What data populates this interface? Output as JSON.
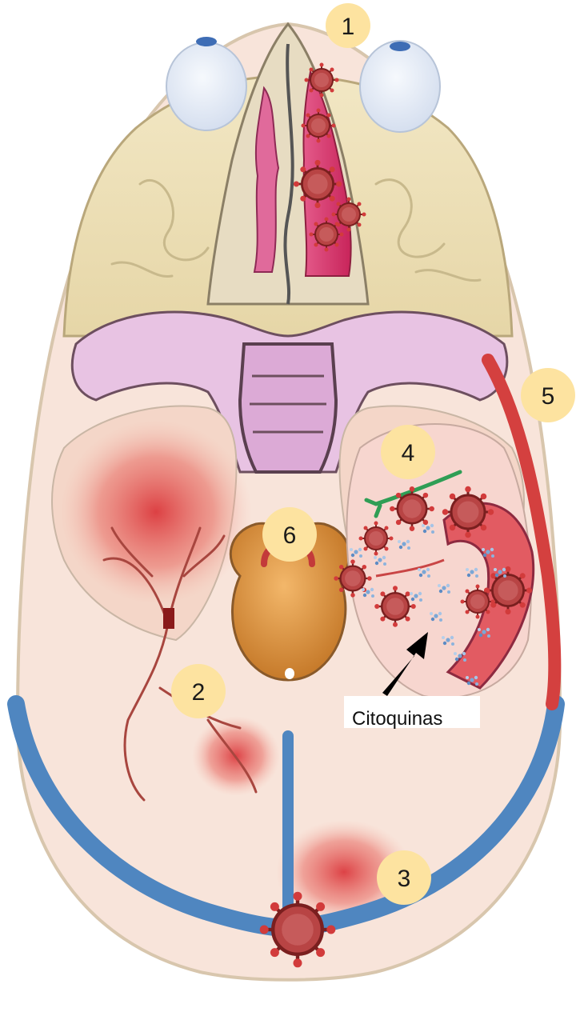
{
  "markers": [
    {
      "id": "1",
      "label": "1"
    },
    {
      "id": "2",
      "label": "2"
    },
    {
      "id": "3",
      "label": "3"
    },
    {
      "id": "4",
      "label": "4"
    },
    {
      "id": "5",
      "label": "5"
    },
    {
      "id": "6",
      "label": "6"
    }
  ],
  "annotation": {
    "cytokines_label": "Citoquinas"
  },
  "colors": {
    "marker_fill": "#fde3a0",
    "bone": "#efe2bd",
    "sphenoid": "#e7bfe0",
    "brain_tissue": "#f6ddd0",
    "lesion": "#e0474a",
    "sinus_vein": "#5a8fc4",
    "virus": "#9c2b2b",
    "artery": "#c93a3a",
    "pituitary": "#d9903c",
    "nerve": "#2f9e55",
    "eye": "#e3ecf7",
    "pupil": "#3e6db5"
  },
  "icons": [
    "virus-particle-icon",
    "cytokine-cluster-icon",
    "arrow-up-right-icon"
  ]
}
